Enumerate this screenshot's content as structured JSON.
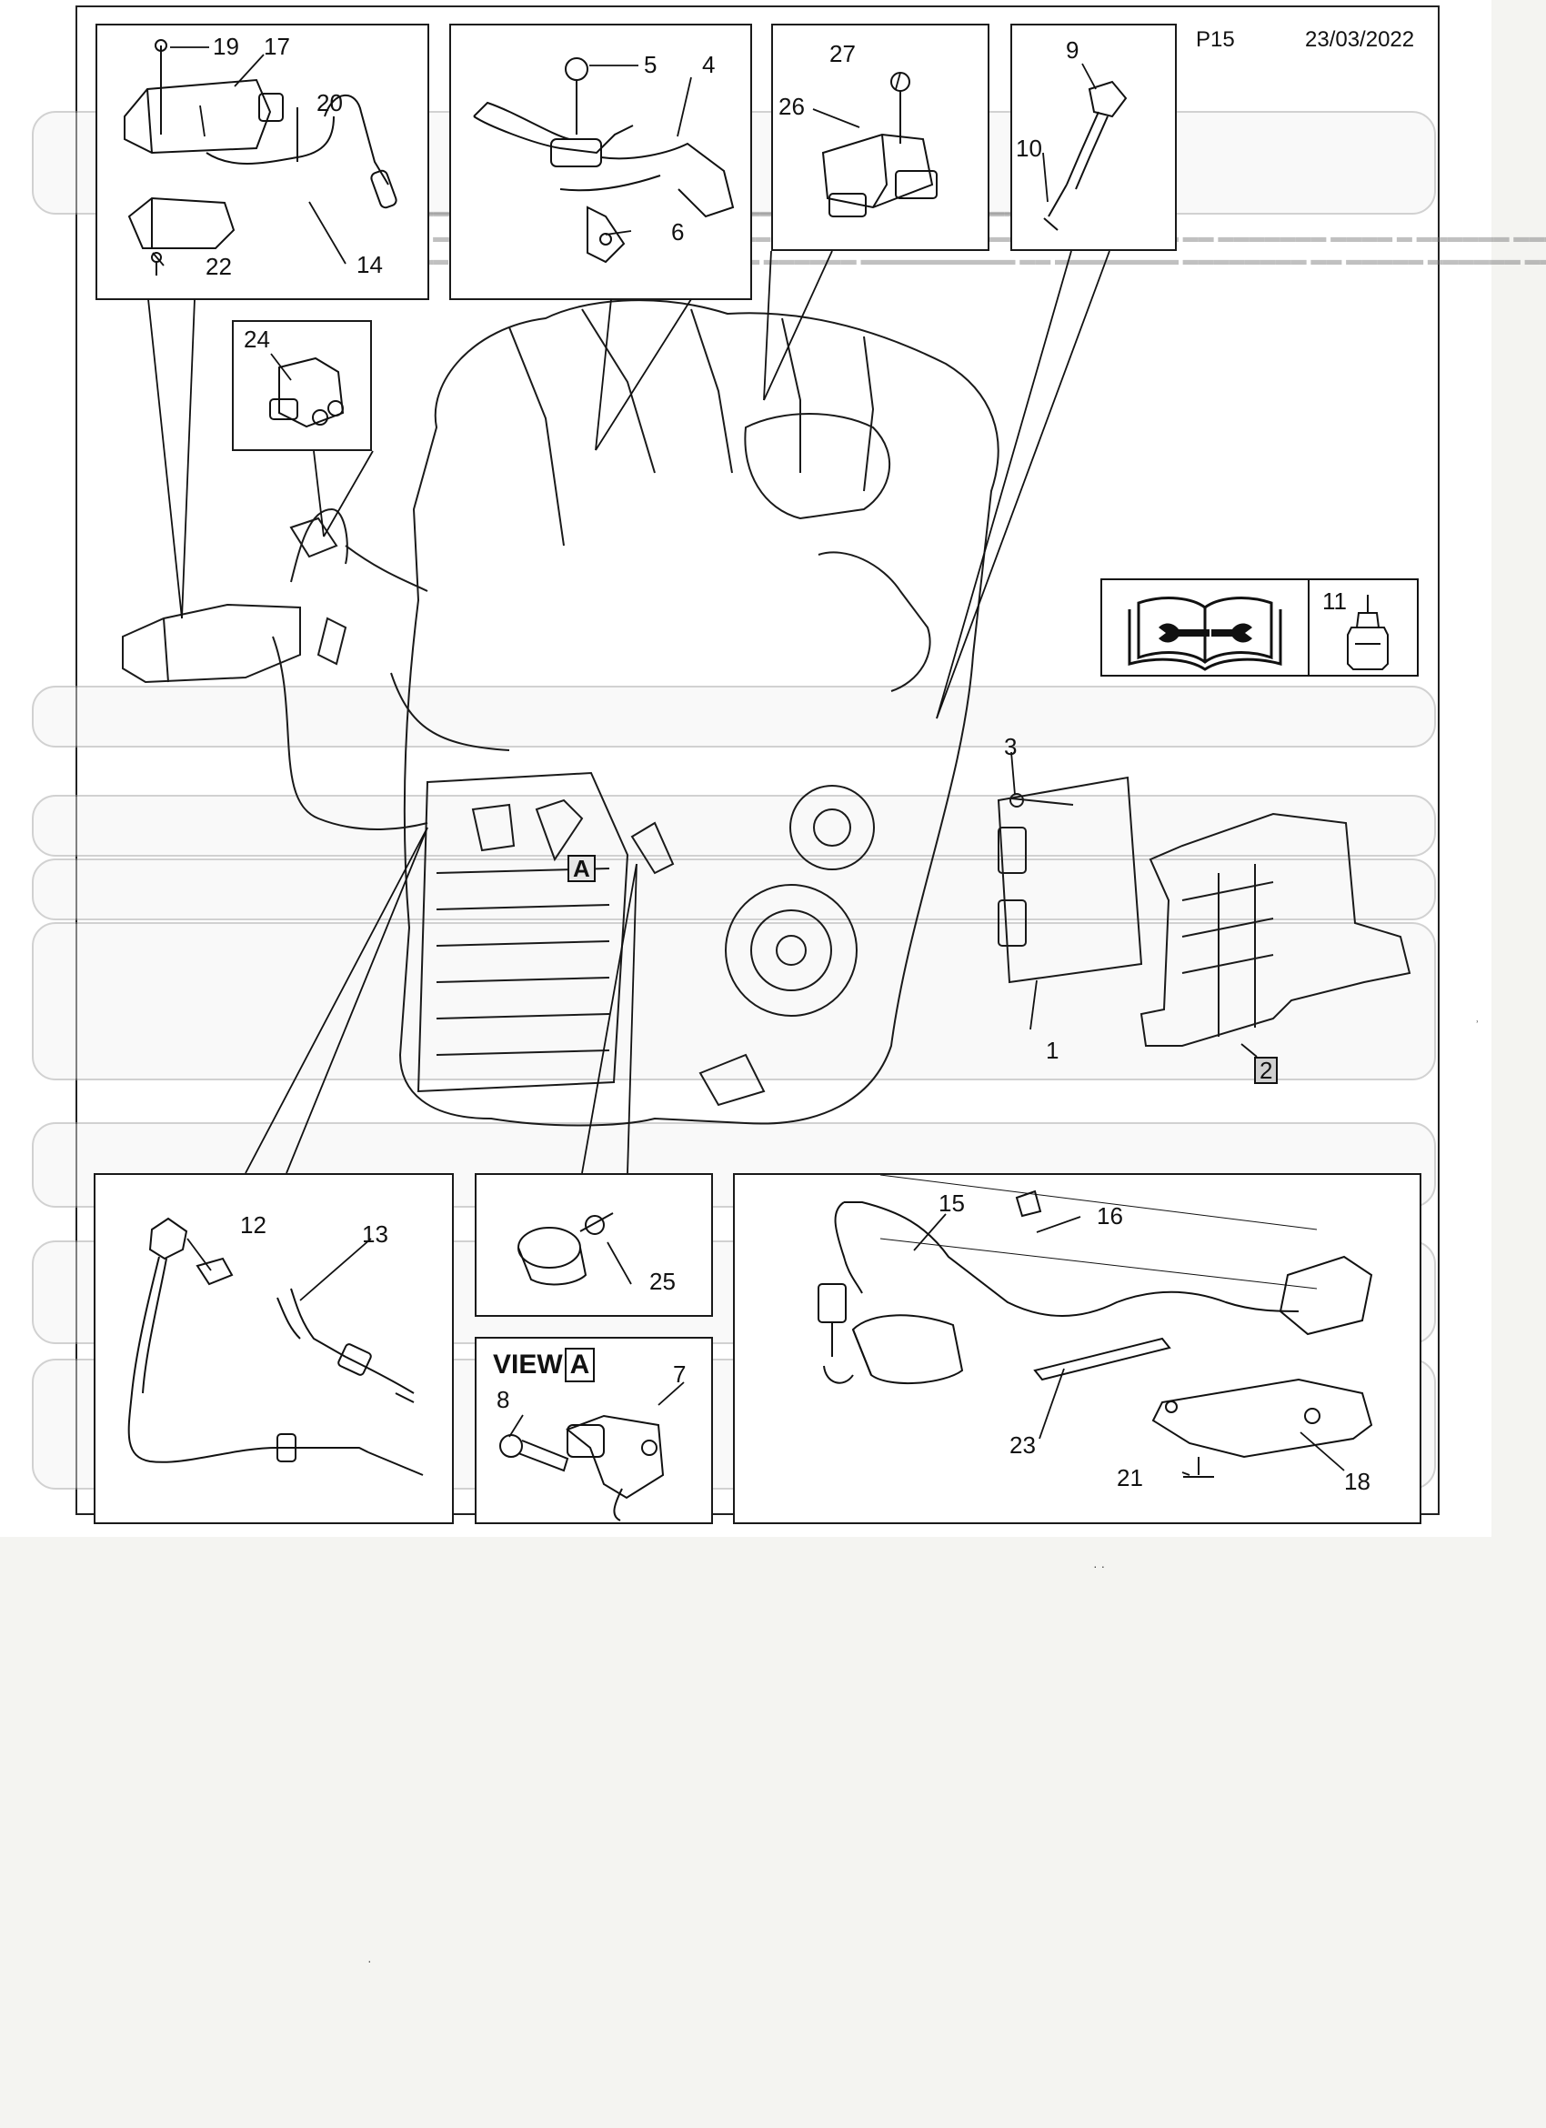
{
  "header": {
    "page": "P15",
    "date": "23/03/2022"
  },
  "view_a": {
    "title": "VIEW",
    "letter": "A"
  },
  "engine_marker": "A",
  "callouts": {
    "c1": "1",
    "c2": "2",
    "c3": "3",
    "c4": "4",
    "c5": "5",
    "c6": "6",
    "c7": "7",
    "c8": "8",
    "c9": "9",
    "c10": "10",
    "c11": "11",
    "c12": "12",
    "c13": "13",
    "c14": "14",
    "c15": "15",
    "c16": "16",
    "c17": "17",
    "c18": "18",
    "c19": "19",
    "c20": "20",
    "c21": "21",
    "c22": "22",
    "c23": "23",
    "c24": "24",
    "c25": "25",
    "c26": "26",
    "c27": "27"
  },
  "colors": {
    "ink": "#111111",
    "ghost": "#6a6a6a",
    "paper": "#ffffff",
    "margin": "#f4f4f1"
  },
  "icons": [
    "repair-manual-icon",
    "lubricant-bottle-icon"
  ]
}
